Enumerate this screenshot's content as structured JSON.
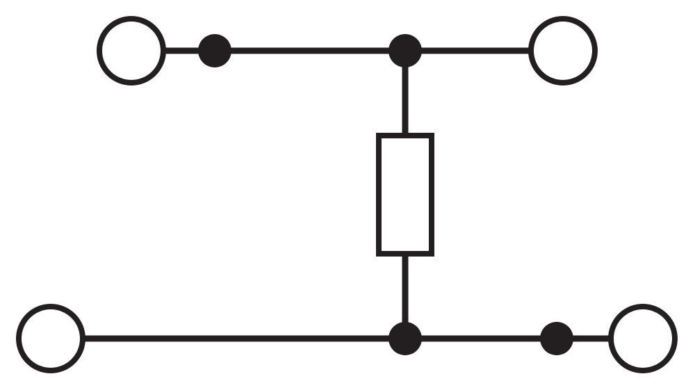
{
  "diagram": {
    "kind": "circuit-symbol",
    "stroke_color": "#231f20",
    "background_color": "#ffffff",
    "components": [
      {
        "type": "terminal",
        "name": "terminal-top-left"
      },
      {
        "type": "terminal",
        "name": "terminal-top-right"
      },
      {
        "type": "terminal",
        "name": "terminal-bottom-left"
      },
      {
        "type": "terminal",
        "name": "terminal-bottom-right"
      },
      {
        "type": "junction",
        "name": "junction-top-left"
      },
      {
        "type": "junction",
        "name": "junction-top-center"
      },
      {
        "type": "junction",
        "name": "junction-bottom-center"
      },
      {
        "type": "junction",
        "name": "junction-bottom-right"
      },
      {
        "type": "resistor",
        "name": "resistor"
      }
    ]
  }
}
